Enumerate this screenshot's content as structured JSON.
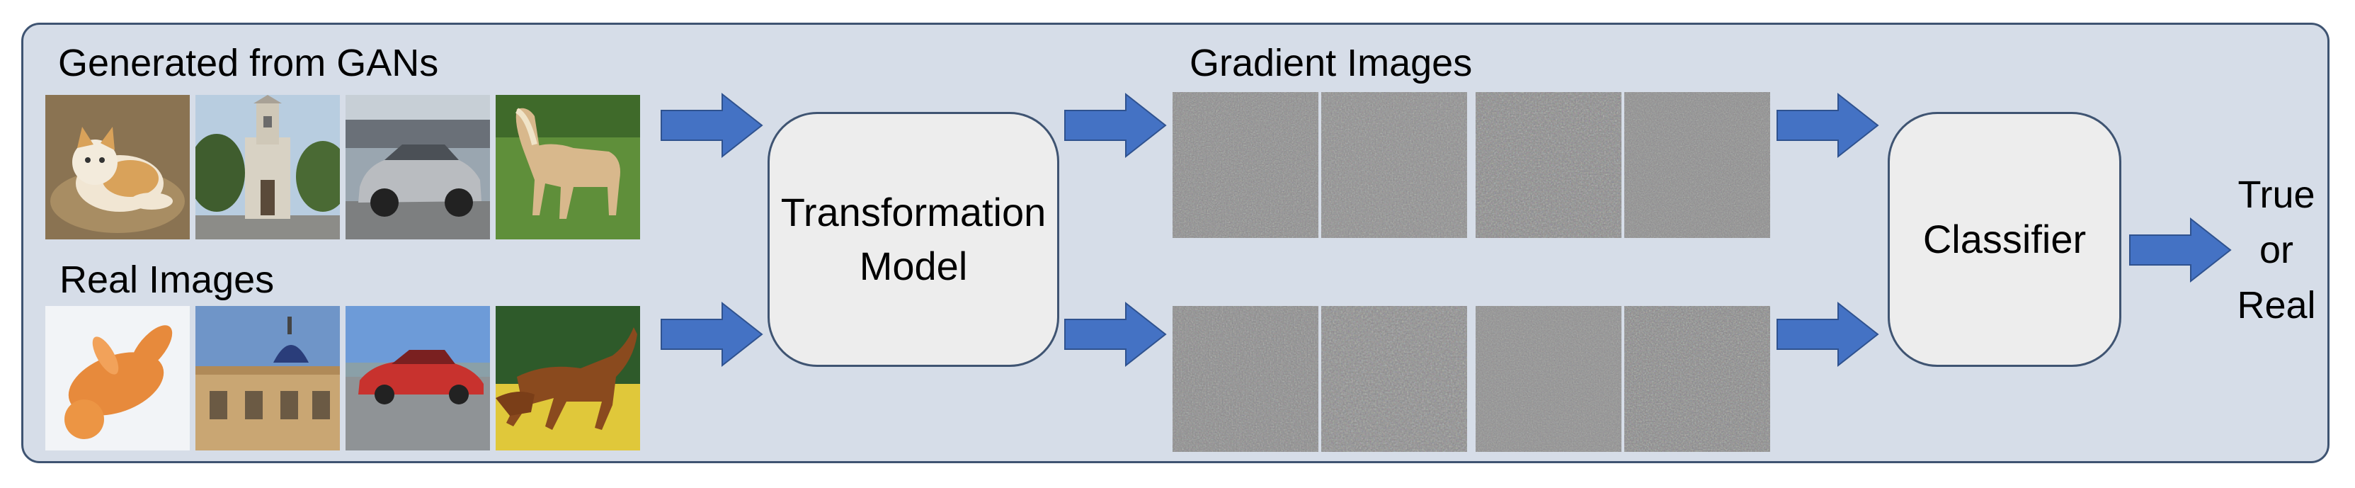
{
  "labels": {
    "generated": "Generated from GANs",
    "real": "Real Images",
    "gradient": "Gradient Images"
  },
  "transformation": {
    "line1": "Transformation",
    "line2": "Model"
  },
  "classifier": {
    "label": "Classifier"
  },
  "output": {
    "line1": "True",
    "line2": "or",
    "line3": "Real"
  },
  "colors": {
    "panel": "#d6dde8",
    "border": "#3f5472",
    "arrow": "#4472c4",
    "box": "#ededed"
  },
  "generated_images": [
    "cat-photo",
    "church-photo",
    "car-photo",
    "horse-photo"
  ],
  "real_images": [
    "cat-photo",
    "building-photo",
    "car-photo",
    "horse-photo"
  ]
}
